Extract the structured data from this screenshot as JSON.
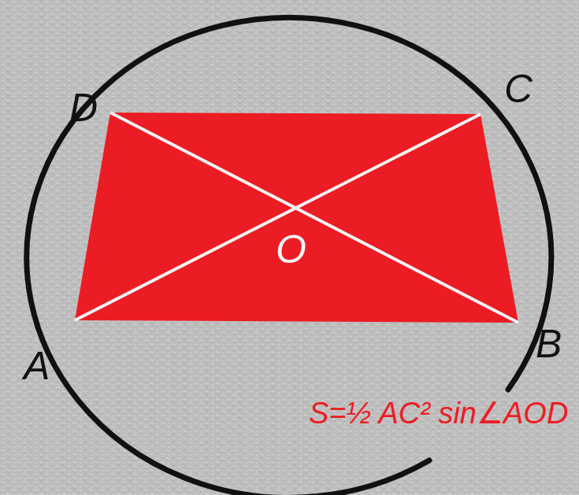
{
  "diagram": {
    "labels": [
      "D",
      "C",
      "O",
      "A",
      "B",
      "S=½ AC² sin∠AOD"
    ]
  }
}
